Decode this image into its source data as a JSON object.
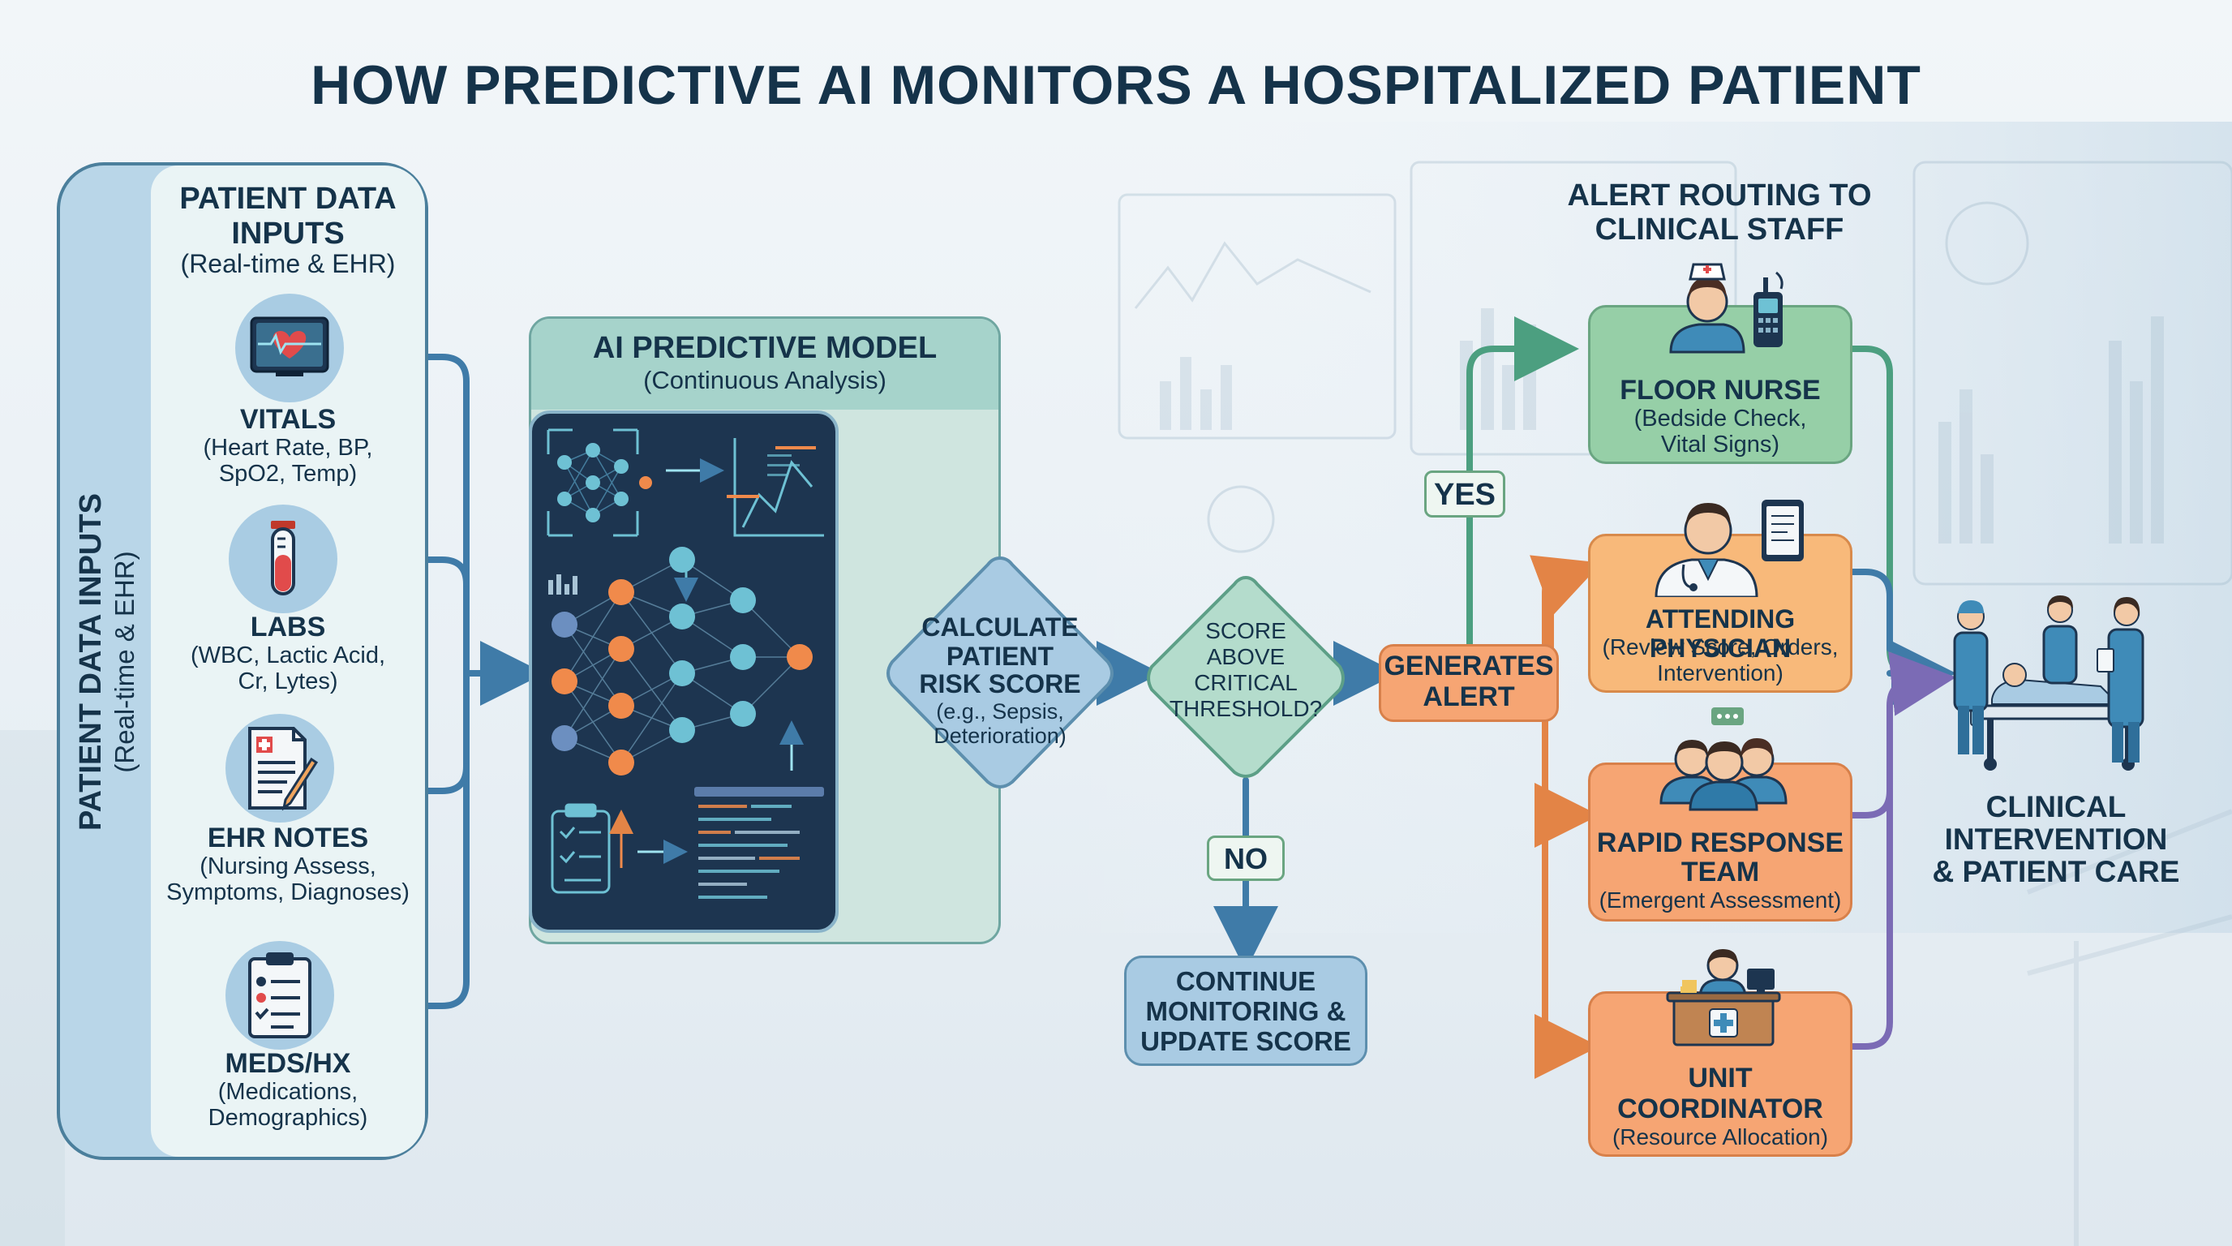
{
  "title": "HOW PREDICTIVE AI MONITORS A HOSPITALIZED PATIENT",
  "colors": {
    "navy": "#15334a",
    "flow_blue": "#3f7ba8",
    "flow_green": "#4c9f80",
    "flow_orange": "#e38446",
    "flow_purple": "#7b6bb5",
    "model_green": "#cfe5df",
    "alert_orange": "#f6a573"
  },
  "inputs_panel": {
    "vertical_title": "PATIENT DATA INPUTS",
    "vertical_subtitle": "(Real-time & EHR)",
    "heading": "PATIENT DATA INPUTS",
    "subheading": "(Real-time & EHR)",
    "items": [
      {
        "icon": "heart-monitor-icon",
        "title": "VITALS",
        "line1": "(Heart Rate, BP,",
        "line2": "SpO2, Temp)"
      },
      {
        "icon": "test-tube-icon",
        "title": "LABS",
        "line1": "(WBC, Lactic Acid,",
        "line2": "Cr, Lytes)"
      },
      {
        "icon": "notes-pencil-icon",
        "title": "EHR NOTES",
        "line1": "(Nursing Assess,",
        "line2": "Symptoms, Diagnoses)"
      },
      {
        "icon": "clipboard-icon",
        "title": "MEDS/HX",
        "line1": "(Medications,",
        "line2": "Demographics)"
      }
    ]
  },
  "model": {
    "title": "AI PREDICTIVE MODEL",
    "subtitle": "(Continuous Analysis)"
  },
  "risk": {
    "line1": "CALCULATE",
    "line2": "PATIENT",
    "line3": "RISK SCORE",
    "line4": "(e.g., Sepsis,",
    "line5": "Deterioration)"
  },
  "decision": {
    "line1": "SCORE",
    "line2": "ABOVE",
    "line3": "CRITICAL",
    "line4": "THRESHOLD?",
    "yes": "YES",
    "no": "NO"
  },
  "continue_box": {
    "line1": "CONTINUE",
    "line2": "MONITORING &",
    "line3": "UPDATE SCORE"
  },
  "alert": {
    "line1": "GENERATES",
    "line2": "ALERT"
  },
  "routing": {
    "title_line1": "ALERT ROUTING TO",
    "title_line2": "CLINICAL STAFF",
    "staff": [
      {
        "icon": "nurse-icon",
        "title": "FLOOR NURSE",
        "line1": "(Bedside Check,",
        "line2": "Vital Signs)"
      },
      {
        "icon": "physician-icon",
        "title": "ATTENDING PHYSICIAN",
        "line1": "(Review Score, Orders,",
        "line2": "Intervention)"
      },
      {
        "icon": "response-team-icon",
        "title": "RAPID RESPONSE",
        "title2": "TEAM",
        "line1": "(Emergent Assessment)"
      },
      {
        "icon": "coordinator-icon",
        "title": "UNIT",
        "title2": "COORDINATOR",
        "line1": "(Resource Allocation)"
      }
    ]
  },
  "outcome": {
    "line1": "CLINICAL",
    "line2": "INTERVENTION",
    "line3": "& PATIENT CARE"
  }
}
